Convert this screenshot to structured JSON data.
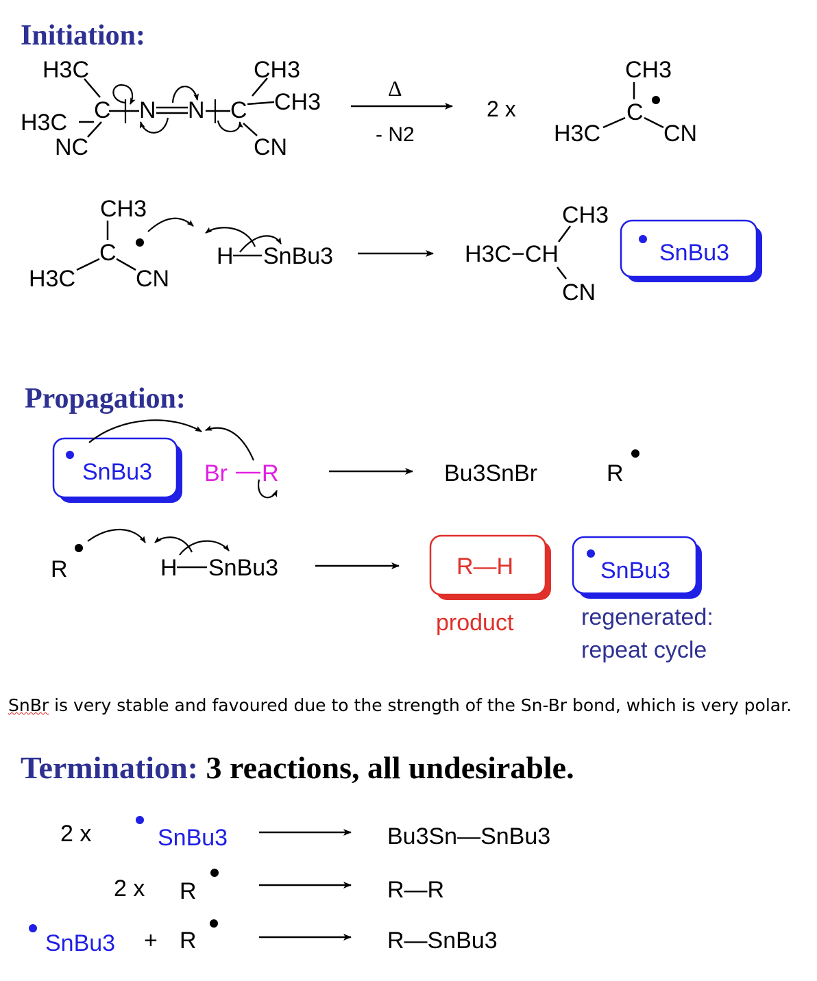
{
  "colors": {
    "heading": "#2e3192",
    "tin": "#1f1fe6",
    "bromine": "#e020e0",
    "product": "#e0302a",
    "text": "#000000"
  },
  "headings": {
    "initiation": "Initiation:",
    "propagation": "Propagation:",
    "termination_label": "Termination:",
    "termination_rest": " 3 reactions, all undesirable."
  },
  "initiation": {
    "aibn": {
      "h3c_top": "H3C",
      "h3c_left": "H3C",
      "c_left": "C",
      "n_left": "N",
      "n_right": "N",
      "c_right": "C",
      "nc": "NC",
      "ch3_top": "CH3",
      "ch3_right": "CH3",
      "cn": "CN"
    },
    "arrow_top": "Δ",
    "arrow_bottom": "- N2",
    "multiplier": "2 x",
    "radical_product": {
      "ch3": "CH3",
      "c": "C",
      "h3c": "H3C",
      "cn": "CN"
    },
    "step2": {
      "radical": {
        "ch3": "CH3",
        "c": "C",
        "h3c": "H3C",
        "cn": "CN"
      },
      "h": "H",
      "sn": "SnBu3",
      "product": {
        "ch3": "CH3",
        "h3c_ch": "H3C−CH",
        "cn": "CN"
      },
      "boxed_radical": "SnBu3"
    }
  },
  "propagation": {
    "step1": {
      "boxed_radical": "SnBu3",
      "br": "Br",
      "r": "R",
      "product1": "Bu3SnBr",
      "product2": "R"
    },
    "step2": {
      "r_radical": "R",
      "h": "H",
      "sn": "SnBu3",
      "product_box": "R—H",
      "product_label": "product",
      "boxed_radical": "SnBu3",
      "regen_line1": "regenerated:",
      "regen_line2": "repeat cycle"
    }
  },
  "note": {
    "squiggle_word": "SnBr",
    "rest": " is very stable and favoured due to the strength of the Sn-Br bond, which is very polar."
  },
  "termination": {
    "r1": {
      "multiplier": "2 x",
      "reactant": "SnBu3",
      "product": "Bu3Sn—SnBu3"
    },
    "r2": {
      "multiplier": "2 x",
      "reactant": "R",
      "product": "R—R"
    },
    "r3": {
      "reactant1": "SnBu3",
      "plus": "+",
      "reactant2": "R",
      "product": "R—SnBu3"
    }
  }
}
